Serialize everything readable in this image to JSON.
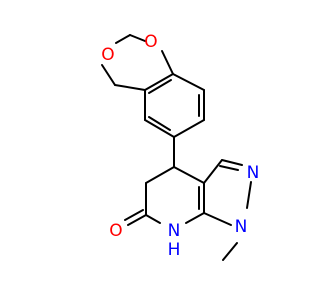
{
  "molecule": {
    "atoms": {
      "o1": {
        "text": "O",
        "color": "#ff0000"
      },
      "o2": {
        "text": "O",
        "color": "#ff0000"
      },
      "o3": {
        "text": "O",
        "color": "#ff0000"
      },
      "n1": {
        "text": "N",
        "color": "#0000ff"
      },
      "n2": {
        "text": "N",
        "color": "#0000ff"
      },
      "nh": {
        "text": "N",
        "h": "H",
        "color": "#0000ff"
      }
    }
  }
}
